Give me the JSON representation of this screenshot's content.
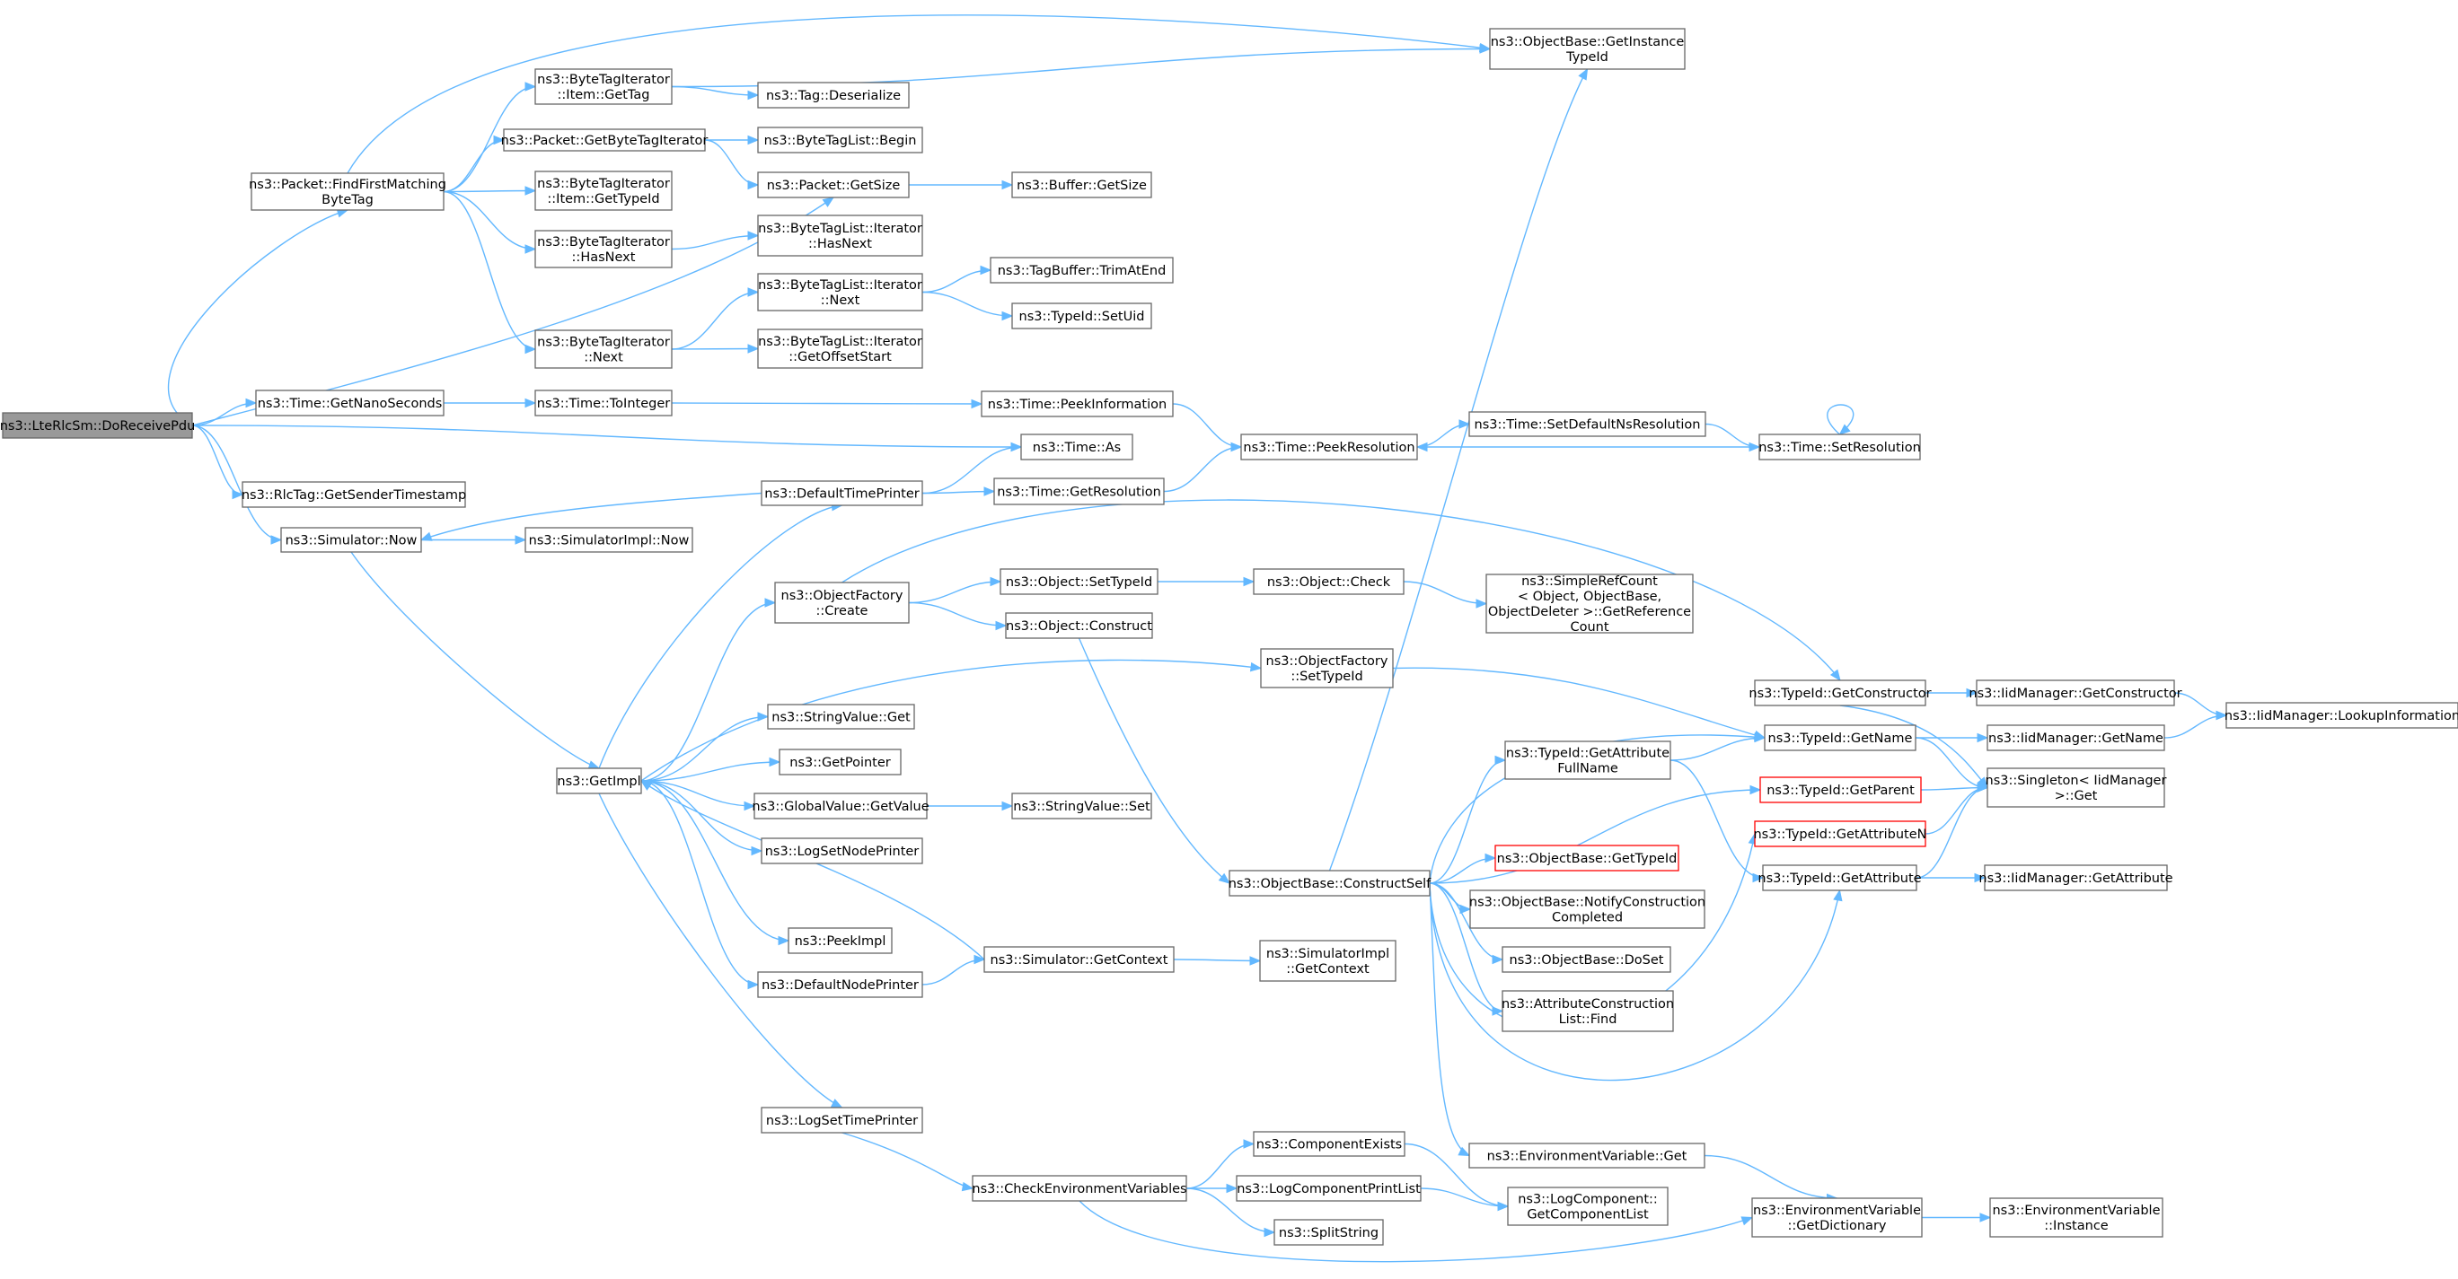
{
  "graph": {
    "title": "ns3::LteRlcSm::DoReceivePdu call graph",
    "colors": {
      "edge": "#63b8ff",
      "root_fill": "#999999",
      "box_border": "#666666",
      "missing_border": "#ff0000"
    },
    "nodes": {
      "root": {
        "lines": [
          "ns3::LteRlcSm::DoReceivePdu"
        ]
      },
      "findFirst": {
        "lines": [
          "ns3::Packet::FindFirstMatching",
          "ByteTag"
        ]
      },
      "getNano": {
        "lines": [
          "ns3::Time::GetNanoSeconds"
        ]
      },
      "rlcTag": {
        "lines": [
          "ns3::RlcTag::GetSenderTimestamp"
        ]
      },
      "simNow": {
        "lines": [
          "ns3::Simulator::Now"
        ]
      },
      "btiGetTag": {
        "lines": [
          "ns3::ByteTagIterator",
          "::Item::GetTag"
        ]
      },
      "getBTI": {
        "lines": [
          "ns3::Packet::GetByteTagIterator"
        ]
      },
      "btiGetTypeId": {
        "lines": [
          "ns3::ByteTagIterator",
          "::Item::GetTypeId"
        ]
      },
      "btiHasNext": {
        "lines": [
          "ns3::ByteTagIterator",
          "::HasNext"
        ]
      },
      "btiNext": {
        "lines": [
          "ns3::ByteTagIterator",
          "::Next"
        ]
      },
      "toInteger": {
        "lines": [
          "ns3::Time::ToInteger"
        ]
      },
      "simImplNow": {
        "lines": [
          "ns3::SimulatorImpl::Now"
        ]
      },
      "getImpl": {
        "lines": [
          "ns3::GetImpl"
        ]
      },
      "tagDeser": {
        "lines": [
          "ns3::Tag::Deserialize"
        ]
      },
      "btlBegin": {
        "lines": [
          "ns3::ByteTagList::Begin"
        ]
      },
      "pktGetSize": {
        "lines": [
          "ns3::Packet::GetSize"
        ]
      },
      "btlHasNext": {
        "lines": [
          "ns3::ByteTagList::Iterator",
          "::HasNext"
        ]
      },
      "btlNext": {
        "lines": [
          "ns3::ByteTagList::Iterator",
          "::Next"
        ]
      },
      "btlOffset": {
        "lines": [
          "ns3::ByteTagList::Iterator",
          "::GetOffsetStart"
        ]
      },
      "timeAs": {
        "lines": [
          "ns3::Time::As"
        ]
      },
      "defTimePrinter": {
        "lines": [
          "ns3::DefaultTimePrinter"
        ]
      },
      "objFactCreate": {
        "lines": [
          "ns3::ObjectFactory",
          "::Create"
        ]
      },
      "strValGet": {
        "lines": [
          "ns3::StringValue::Get"
        ]
      },
      "getPointer": {
        "lines": [
          "ns3::GetPointer"
        ]
      },
      "gvGetValue": {
        "lines": [
          "ns3::GlobalValue::GetValue"
        ]
      },
      "logSetNode": {
        "lines": [
          "ns3::LogSetNodePrinter"
        ]
      },
      "peekImpl": {
        "lines": [
          "ns3::PeekImpl"
        ]
      },
      "defNodePrinter": {
        "lines": [
          "ns3::DefaultNodePrinter"
        ]
      },
      "logSetTime": {
        "lines": [
          "ns3::LogSetTimePrinter"
        ]
      },
      "bufGetSize": {
        "lines": [
          "ns3::Buffer::GetSize"
        ]
      },
      "tagBufTrim": {
        "lines": [
          "ns3::TagBuffer::TrimAtEnd"
        ]
      },
      "typeIdSetUid": {
        "lines": [
          "ns3::TypeId::SetUid"
        ]
      },
      "peekInfo": {
        "lines": [
          "ns3::Time::PeekInformation"
        ]
      },
      "timeGetRes": {
        "lines": [
          "ns3::Time::GetResolution"
        ]
      },
      "objSetTypeId": {
        "lines": [
          "ns3::Object::SetTypeId"
        ]
      },
      "objConstruct": {
        "lines": [
          "ns3::Object::Construct"
        ]
      },
      "ofSetTypeId": {
        "lines": [
          "ns3::ObjectFactory",
          "::SetTypeId"
        ]
      },
      "strValSet": {
        "lines": [
          "ns3::StringValue::Set"
        ]
      },
      "simGetContext": {
        "lines": [
          "ns3::Simulator::GetContext"
        ]
      },
      "checkEnv": {
        "lines": [
          "ns3::CheckEnvironmentVariables"
        ]
      },
      "objBaseGetInst": {
        "lines": [
          "ns3::ObjectBase::GetInstance",
          "TypeId"
        ]
      },
      "peekRes": {
        "lines": [
          "ns3::Time::PeekResolution"
        ]
      },
      "objCheck": {
        "lines": [
          "ns3::Object::Check"
        ]
      },
      "constructSelf": {
        "lines": [
          "ns3::ObjectBase::ConstructSelf"
        ]
      },
      "simImplCtx": {
        "lines": [
          "ns3::SimulatorImpl",
          "::GetContext"
        ]
      },
      "compExists": {
        "lines": [
          "ns3::ComponentExists"
        ]
      },
      "logCompPrint": {
        "lines": [
          "ns3::LogComponentPrintList"
        ]
      },
      "splitString": {
        "lines": [
          "ns3::SplitString"
        ]
      },
      "setDefNsRes": {
        "lines": [
          "ns3::Time::SetDefaultNsResolution"
        ]
      },
      "simpleRef": {
        "lines": [
          "ns3::SimpleRefCount",
          "< Object, ObjectBase,",
          "ObjectDeleter >::GetReference",
          "Count"
        ]
      },
      "getAttrFull": {
        "lines": [
          "ns3::TypeId::GetAttribute",
          "FullName"
        ]
      },
      "objBaseGetTid": {
        "lines": [
          "ns3::ObjectBase::GetTypeId"
        ]
      },
      "notifyConstr": {
        "lines": [
          "ns3::ObjectBase::NotifyConstruction",
          "Completed"
        ]
      },
      "doSet": {
        "lines": [
          "ns3::ObjectBase::DoSet"
        ]
      },
      "attrConstrFind": {
        "lines": [
          "ns3::AttributeConstruction",
          "List::Find"
        ]
      },
      "envVarGet": {
        "lines": [
          "ns3::EnvironmentVariable::Get"
        ]
      },
      "logCompGetList": {
        "lines": [
          "ns3::LogComponent::",
          "GetComponentList"
        ]
      },
      "setResolution": {
        "lines": [
          "ns3::Time::SetResolution"
        ]
      },
      "getConstructor": {
        "lines": [
          "ns3::TypeId::GetConstructor"
        ]
      },
      "tidGetName": {
        "lines": [
          "ns3::TypeId::GetName"
        ]
      },
      "tidGetParent": {
        "lines": [
          "ns3::TypeId::GetParent"
        ]
      },
      "tidGetAttrN": {
        "lines": [
          "ns3::TypeId::GetAttributeN"
        ]
      },
      "tidGetAttr": {
        "lines": [
          "ns3::TypeId::GetAttribute"
        ]
      },
      "envGetDict": {
        "lines": [
          "ns3::EnvironmentVariable",
          "::GetDictionary"
        ]
      },
      "iidGetConstr": {
        "lines": [
          "ns3::IidManager::GetConstructor"
        ]
      },
      "iidGetName": {
        "lines": [
          "ns3::IidManager::GetName"
        ]
      },
      "singletonGet": {
        "lines": [
          "ns3::Singleton< IidManager",
          ">::Get"
        ]
      },
      "iidGetAttr": {
        "lines": [
          "ns3::IidManager::GetAttribute"
        ]
      },
      "envInstance": {
        "lines": [
          "ns3::EnvironmentVariable",
          "::Instance"
        ]
      },
      "iidLookup": {
        "lines": [
          "ns3::IidManager::LookupInformation"
        ]
      }
    }
  }
}
